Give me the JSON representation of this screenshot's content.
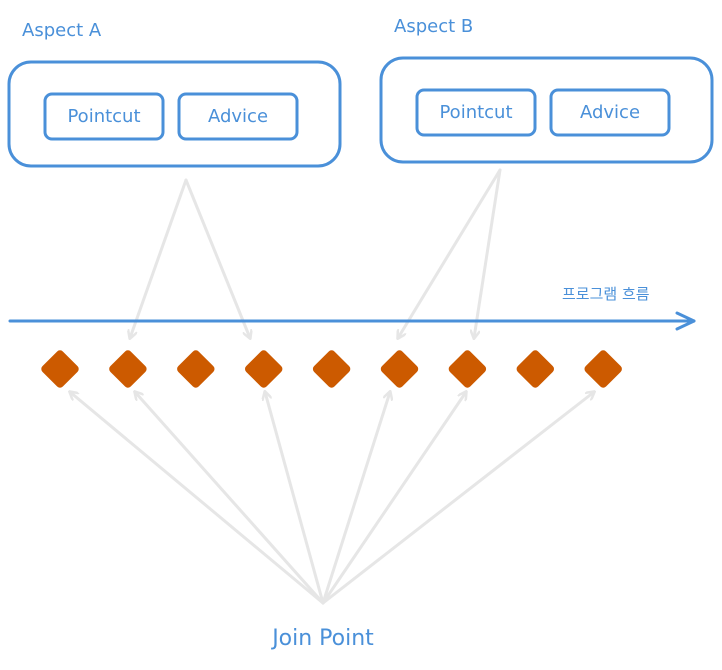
{
  "colors": {
    "accent": "#4a90d9",
    "join_point": "#cc5a00",
    "arrow": "#e6e6e6"
  },
  "aspect_a": {
    "title": "Aspect A",
    "pointcut_label": "Pointcut",
    "advice_label": "Advice"
  },
  "aspect_b": {
    "title": "Aspect B",
    "pointcut_label": "Pointcut",
    "advice_label": "Advice"
  },
  "flow": {
    "label": "프로그램 흐름"
  },
  "join_point": {
    "label": "Join Point",
    "count": 9
  }
}
